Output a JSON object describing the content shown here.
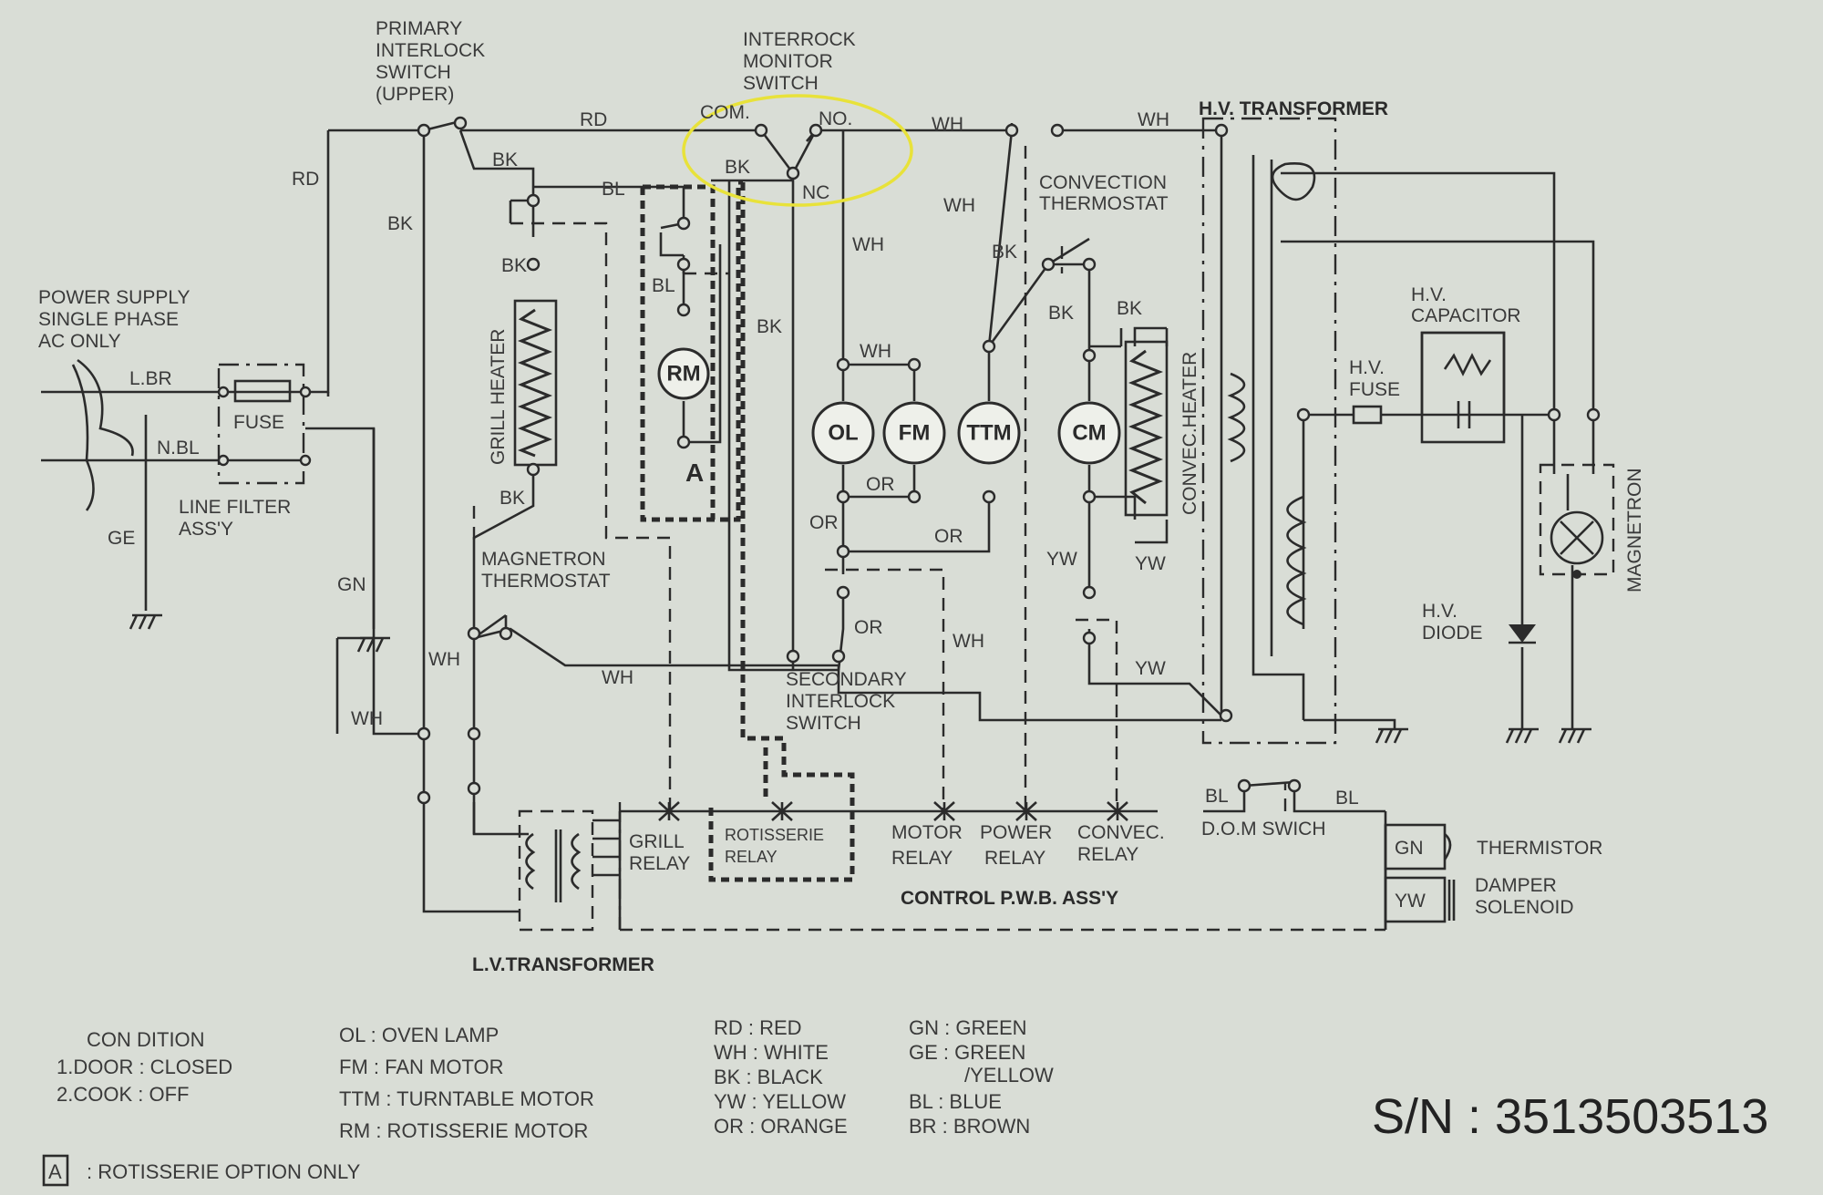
{
  "labels": {
    "primary_switch": [
      "PRIMARY",
      "INTERLOCK",
      "SWITCH",
      "(UPPER)"
    ],
    "monitor_switch": [
      "INTERROCK",
      "MONITOR",
      "SWITCH"
    ],
    "com": "COM.",
    "no": "NO.",
    "nc": "NC",
    "hv_transformer": "H.V. TRANSFORMER",
    "convection_thermostat": [
      "CONVECTION",
      "THERMOSTAT"
    ],
    "power_supply": [
      "POWER SUPPLY",
      "SINGLE PHASE",
      "AC ONLY"
    ],
    "fuse": "FUSE",
    "line_filter": [
      "LINE FILTER",
      "ASS'Y"
    ],
    "ge": "GE",
    "l_br": "L.BR",
    "n_bl": "N.BL",
    "grill_heater": "GRILL HEATER",
    "rm": "RM",
    "a": "A",
    "ol": "OL",
    "fm": "FM",
    "ttm": "TTM",
    "cm": "CM",
    "convec_heater": "CONVEC.HEATER",
    "hv_capacitor": [
      "H.V.",
      "CAPACITOR"
    ],
    "hv_fuse": [
      "H.V.",
      "FUSE"
    ],
    "magnetron": "MAGNETRON",
    "hv_diode": [
      "H.V.",
      "DIODE"
    ],
    "magnetron_thermostat": [
      "MAGNETRON",
      "THERMOSTAT"
    ],
    "secondary_switch": [
      "SECONDARY",
      "INTERLOCK",
      "SWITCH"
    ],
    "grill_relay": [
      "GRILL",
      "RELAY"
    ],
    "rotisserie_relay": [
      "ROTISSERIE",
      "RELAY"
    ],
    "motor_relay": [
      "MOTOR",
      "RELAY"
    ],
    "power_relay": [
      "POWER",
      "RELAY"
    ],
    "convec_relay": [
      "CONVEC.",
      "RELAY"
    ],
    "dom_switch": "D.O.M SWICH",
    "thermistor": "THERMISTOR",
    "damper_solenoid": [
      "DAMPER",
      "SOLENOID"
    ],
    "control_pwb": "CONTROL P.W.B. ASS'Y",
    "lv_transformer": "L.V.TRANSFORMER",
    "gn": "GN",
    "yw": "YW"
  },
  "wires": {
    "rd": "RD",
    "wh": "WH",
    "bk": "BK",
    "bl": "BL",
    "or": "OR",
    "yw": "YW",
    "gn": "GN"
  },
  "legend": {
    "condition": [
      "CON DITION",
      "1.DOOR : CLOSED",
      "2.COOK : OFF"
    ],
    "abbrev": [
      "OL : OVEN LAMP",
      "FM : FAN MOTOR",
      "TTM : TURNTABLE MOTOR",
      "RM : ROTISSERIE MOTOR"
    ],
    "colors1": [
      "RD : RED",
      "WH : WHITE",
      "BK : BLACK",
      "YW : YELLOW",
      "OR : ORANGE"
    ],
    "colors2": [
      "GN : GREEN",
      "GE : GREEN",
      "/YELLOW",
      "BL : BLUE",
      "BR : BROWN"
    ],
    "rotisserie_note_mark": "A",
    "rotisserie_note": ": ROTISSERIE OPTION ONLY"
  },
  "serial": "S/N : 3513503513",
  "colors": {
    "paper": "#d9ddd6",
    "ink": "#2b2b2b",
    "highlight": "#e8e23a"
  }
}
